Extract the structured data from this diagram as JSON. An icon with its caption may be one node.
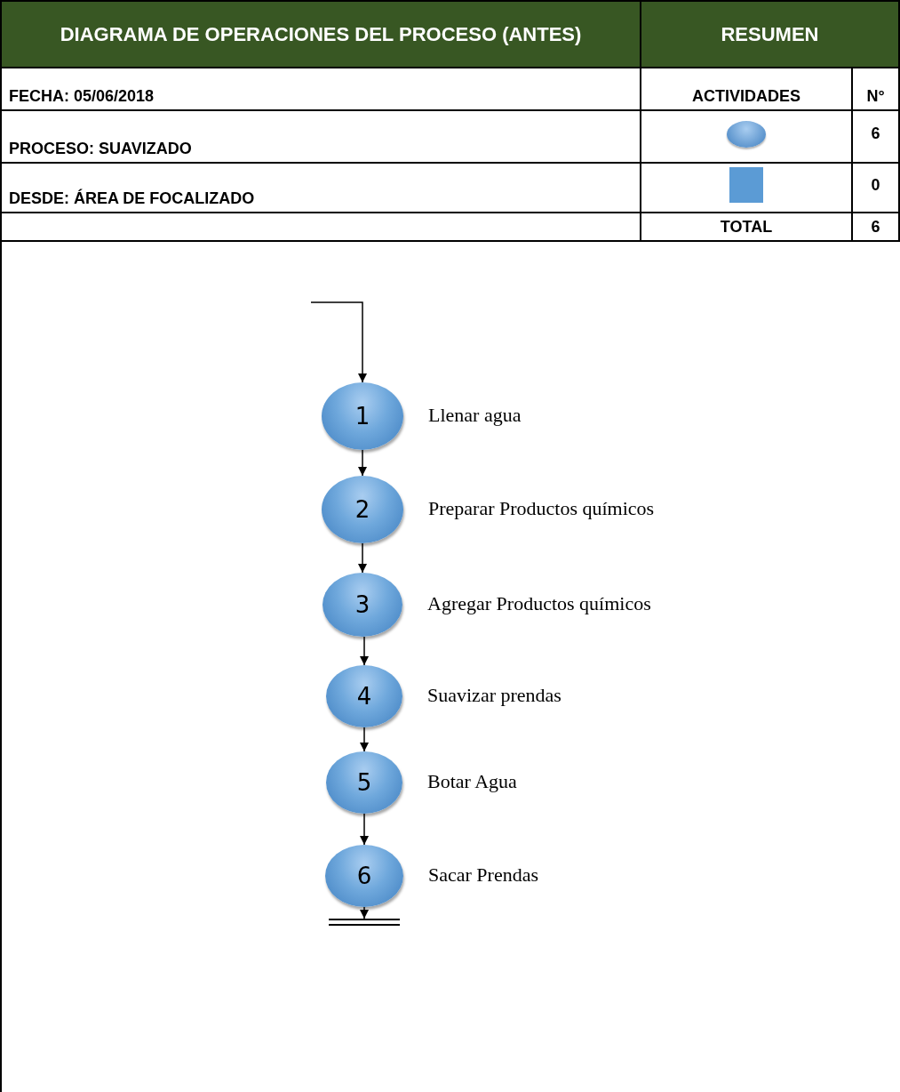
{
  "diagram": {
    "title": "DIAGRAMA DE OPERACIONES DEL PROCESO (ANTES)",
    "nodes": [
      {
        "text": [
          "1"
        ],
        "beside": [
          "Llenar agua"
        ]
      },
      {
        "text": [
          "2"
        ],
        "beside": [
          "Preparar Productos químicos"
        ]
      },
      {
        "text": [
          "3"
        ],
        "beside": [
          "Agregar Productos químicos"
        ]
      },
      {
        "text": [
          "4"
        ],
        "beside": [
          "Suavizar prendas"
        ]
      },
      {
        "text": [
          "5"
        ],
        "beside": [
          "Botar Agua"
        ]
      },
      {
        "text": [
          "6"
        ],
        "beside": [
          "Sacar Prendas"
        ]
      },
      {
        "text": [],
        "shape": "bar"
      }
    ],
    "edges": [
      {
        "from": null,
        "to": 0,
        "arrow": "to"
      },
      {
        "from": 0,
        "to": 1,
        "arrow": "to"
      },
      {
        "from": 1,
        "to": 2,
        "arrow": "to"
      },
      {
        "from": 2,
        "to": 3,
        "arrow": "to"
      },
      {
        "from": 3,
        "to": 4,
        "arrow": "to"
      },
      {
        "from": 4,
        "to": 5,
        "arrow": "to"
      },
      {
        "from": 5,
        "to": 6,
        "arrow": "to"
      }
    ],
    "labels": [
      "RESUMEN",
      "FECHA: 05/06/2018",
      "ACTIVIDADES",
      "N°",
      "PROCESO: SUAVIZADO",
      "6",
      "DESDE: ÁREA DE FOCALIZADO",
      "0",
      "TOTAL",
      "6"
    ]
  }
}
